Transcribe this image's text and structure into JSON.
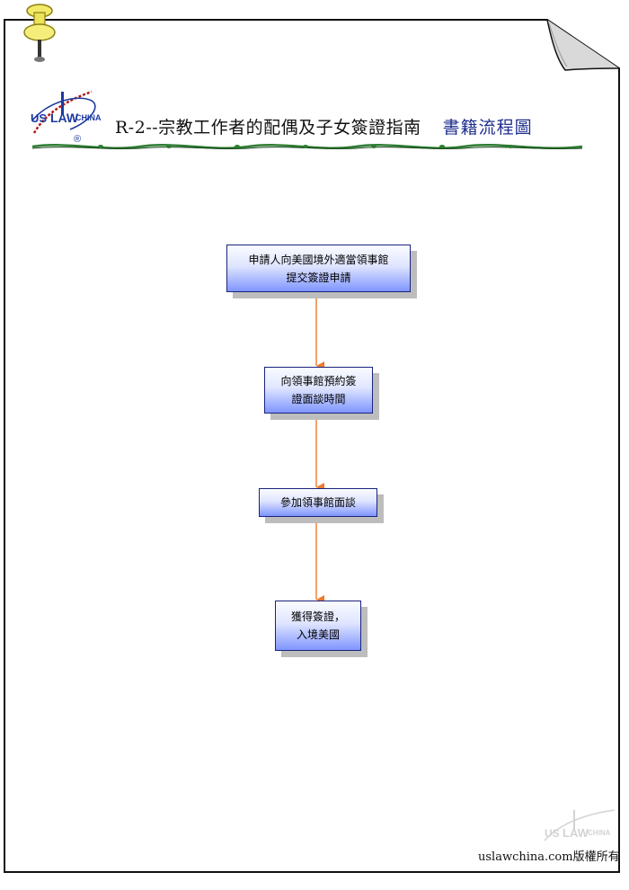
{
  "header": {
    "title": "R-2--宗教工作者的配偶及子女簽證指南",
    "subtitle": "書籍流程圖"
  },
  "logo": {
    "text_left": "US",
    "text_mid": "LAW",
    "text_right": "CHINA",
    "registered": "®"
  },
  "flow": {
    "steps": [
      {
        "text": "申請人向美國境外適當領事館\n提交簽證申請"
      },
      {
        "text": "向領事館預約簽\n證面談時間"
      },
      {
        "text": "參加領事館面談"
      },
      {
        "text": "獲得簽證，\n入境美國"
      }
    ],
    "arrow_color": "#f07a2a"
  },
  "footer": {
    "copyright": "uslawchina.com版權所有"
  }
}
